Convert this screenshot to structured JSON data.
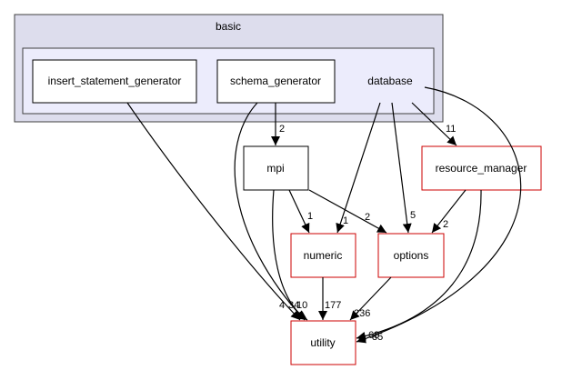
{
  "graph": {
    "clusters": {
      "outer": {
        "label": "basic"
      },
      "inner": {
        "label": "database"
      }
    },
    "nodes": {
      "insert_statement_generator": {
        "label": "insert_statement_generator",
        "border": "#000000"
      },
      "schema_generator": {
        "label": "schema_generator",
        "border": "#000000"
      },
      "mpi": {
        "label": "mpi",
        "border": "#000000"
      },
      "resource_manager": {
        "label": "resource_manager",
        "border": "#cc0000"
      },
      "numeric": {
        "label": "numeric",
        "border": "#cc0000"
      },
      "options": {
        "label": "options",
        "border": "#cc0000"
      },
      "utility": {
        "label": "utility",
        "border": "#cc0000"
      }
    },
    "edges": [
      {
        "from": "schema_generator",
        "to": "mpi",
        "label": "2"
      },
      {
        "from": "database",
        "to": "resource_manager",
        "label": "11"
      },
      {
        "from": "mpi",
        "to": "numeric",
        "label": "1"
      },
      {
        "from": "database",
        "to": "numeric",
        "label": "1"
      },
      {
        "from": "mpi",
        "to": "options",
        "label": "2"
      },
      {
        "from": "database",
        "to": "options",
        "label": "5"
      },
      {
        "from": "resource_manager",
        "to": "options",
        "label": "2"
      },
      {
        "from": "insert_statement_generator",
        "to": "utility",
        "label": "4"
      },
      {
        "from": "schema_generator",
        "to": "utility",
        "label": "34"
      },
      {
        "from": "mpi",
        "to": "utility",
        "label": "10"
      },
      {
        "from": "numeric",
        "to": "utility",
        "label": "177"
      },
      {
        "from": "options",
        "to": "utility",
        "label": "236"
      },
      {
        "from": "resource_manager",
        "to": "utility",
        "label": "68"
      },
      {
        "from": "database",
        "to": "utility",
        "label": "85"
      }
    ]
  },
  "colors": {
    "outer_fill": "#dddded",
    "outer_stroke": "#404040",
    "inner_fill": "#ececfc",
    "inner_stroke": "#404040",
    "node_fill": "#ffffff",
    "edge": "#000000"
  }
}
